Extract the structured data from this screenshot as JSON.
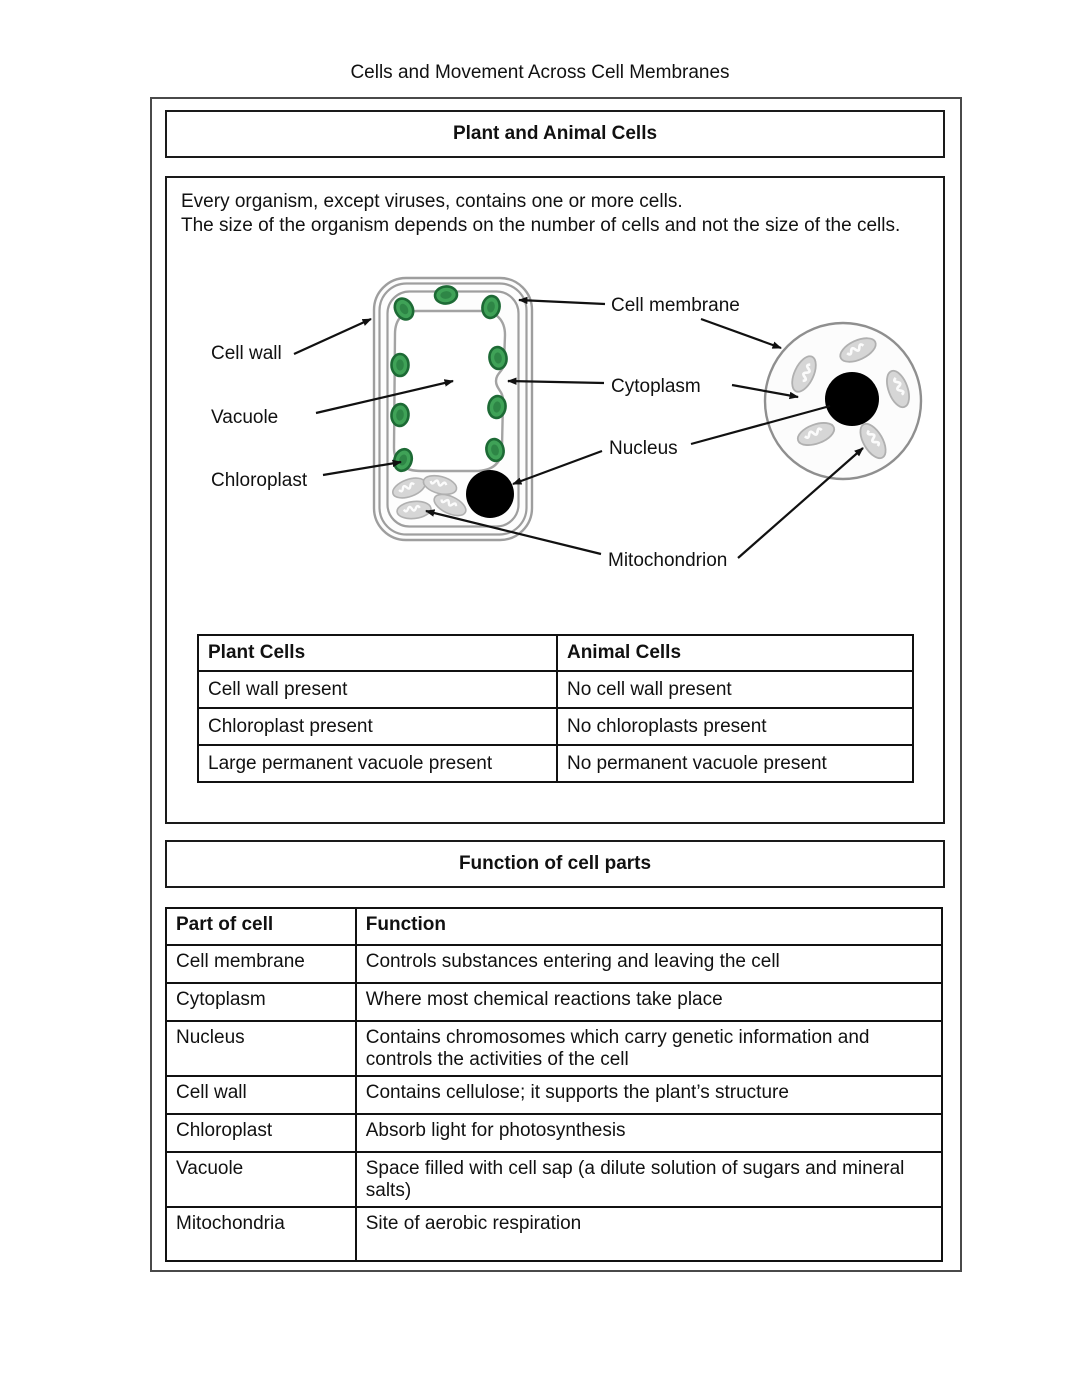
{
  "page": {
    "title": "Cells and Movement Across Cell Membranes"
  },
  "section1": {
    "header": "Plant and Animal Cells",
    "intro_line1": "Every organism, except viruses, contains one or more cells.",
    "intro_line2": "The size of the organism depends on the number of cells and not the size of the cells."
  },
  "diagram": {
    "labels": {
      "cell_wall": "Cell wall",
      "vacuole": "Vacuole",
      "chloroplast": "Chloroplast",
      "cell_membrane": "Cell membrane",
      "cytoplasm": "Cytoplasm",
      "nucleus": "Nucleus",
      "mitochondrion": "Mitochondrion"
    },
    "colors": {
      "chloroplast_fill": "#3fa257",
      "chloroplast_stroke": "#1d6a35",
      "mitochondrion_fill": "#d6d6d6",
      "mitochondrion_stroke": "#b0b0b0",
      "cell_outline": "#9e9e9e",
      "nucleus_fill": "#000000"
    }
  },
  "comparison_table": {
    "headers": [
      "Plant Cells",
      "Animal Cells"
    ],
    "rows": [
      [
        "Cell wall present",
        "No cell wall present"
      ],
      [
        "Chloroplast present",
        "No chloroplasts present"
      ],
      [
        "Large permanent vacuole present",
        "No permanent vacuole present"
      ]
    ]
  },
  "section2": {
    "header": "Function of cell parts"
  },
  "function_table": {
    "headers": [
      "Part of cell",
      "Function"
    ],
    "rows": [
      [
        "Cell membrane",
        "Controls substances entering and leaving the cell"
      ],
      [
        "Cytoplasm",
        "Where most chemical reactions take place"
      ],
      [
        "Nucleus",
        "Contains chromosomes which carry genetic information and controls the activities of the cell"
      ],
      [
        "Cell wall",
        "Contains cellulose; it supports the plant’s structure"
      ],
      [
        "Chloroplast",
        "Absorb light for photosynthesis"
      ],
      [
        "Vacuole",
        "Space filled with cell sap (a dilute solution of sugars and mineral salts)"
      ],
      [
        "Mitochondria",
        "Site of aerobic respiration"
      ]
    ]
  }
}
